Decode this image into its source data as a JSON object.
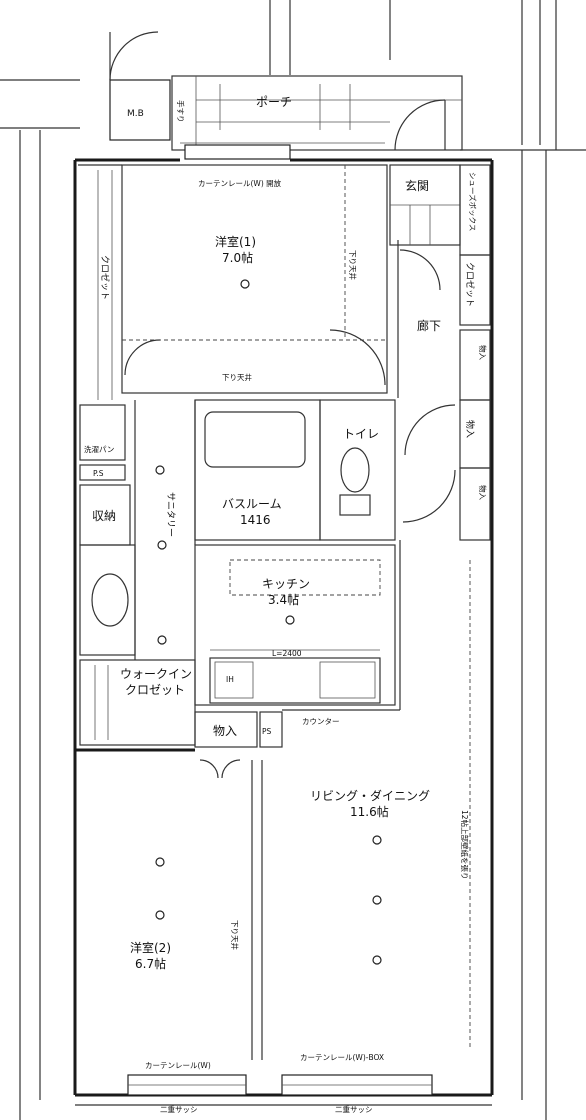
{
  "rooms": {
    "western1_name": "洋室(1)",
    "western1_size": "7.0帖",
    "western2_name": "洋室(2)",
    "western2_size": "6.7帖",
    "ldk_name": "リビング・ダイニング",
    "ldk_size": "11.6帖",
    "kitchen_name": "キッチン",
    "kitchen_size": "3.4帖",
    "bath_name": "バスルーム",
    "bath_size": "1416",
    "toilet": "トイレ",
    "hall": "廊下",
    "entrance": "玄関",
    "porch": "ポーチ",
    "storage": "収納",
    "wic_line1": "ウォークイン",
    "wic_line2": "クロゼット",
    "closet_storage": "物入",
    "sanitary": "サニタリー",
    "mb": "M.B",
    "ps1": "P.S",
    "ps2": "PS"
  },
  "labels": {
    "curtain_rail_top": "カーテンレール(W) 開放",
    "curtain_rail_bl": "カーテンレール(W)",
    "curtain_rail_br": "カーテンレール(W)-BOX",
    "lowered_ceiling": "下り天井",
    "closet_v": "クロゼット",
    "closet_v2": "クロゼット",
    "shoe": "シューズボックス",
    "monoire_v1": "物入",
    "monoire_v2": "物入",
    "monoire_v3": "物入",
    "waterpan": "洗濯パン",
    "counter": "カウンター",
    "l_dim": "L=2400",
    "sash_left": "二重サッシ",
    "sash_right": "二重サッシ",
    "note_ldk": "12帖上部壁紙を張り",
    "handrail": "手すり",
    "cooker": "IH"
  }
}
